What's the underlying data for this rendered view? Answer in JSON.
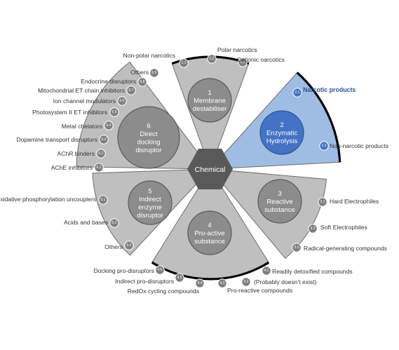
{
  "center": {
    "label": "Chemical"
  },
  "colors": {
    "sector_fill": "#bfbfbf",
    "circle_fill": "#8c8c8c",
    "node_fill": "#7f7f7f",
    "hub_fill": "#595959",
    "highlight_sector": "#9fbde3",
    "highlight_circle": "#4472c4",
    "highlight_node": "#4472c4",
    "highlight_text": "#2f5597",
    "outline": "#000000"
  },
  "categories": [
    {
      "id": "1",
      "number": "1",
      "lines": [
        "Membrane",
        "destabiliser"
      ],
      "highlight": false,
      "subcategories": [
        {
          "code": "1.1",
          "label": "Non-polar narcotics"
        },
        {
          "code": "1.2",
          "label": "Polar narcotics"
        },
        {
          "code": "1.3",
          "label": "Cationic narcotics"
        }
      ]
    },
    {
      "id": "2",
      "number": "2",
      "lines": [
        "Enzymatic",
        "Hydrolysis"
      ],
      "highlight": true,
      "subcategories": [
        {
          "code": "2.1",
          "label": "Narcotic products"
        },
        {
          "code": "2.2",
          "label": "Non-narcotic products"
        }
      ]
    },
    {
      "id": "3",
      "number": "3",
      "lines": [
        "Reactive",
        "substance"
      ],
      "highlight": false,
      "subcategories": [
        {
          "code": "3.1",
          "label": "Hard Electrophiles"
        },
        {
          "code": "3.2",
          "label": "Soft Electrophiles"
        },
        {
          "code": "3.3",
          "label": "Radical-generating compounds"
        }
      ]
    },
    {
      "id": "4",
      "number": "4",
      "lines": [
        "Pro-active",
        "substance"
      ],
      "highlight": false,
      "subcategories": [
        {
          "code": "4.1",
          "label": "Readily detoxified compounds"
        },
        {
          "code": "4.2",
          "label": "(Probably doesn't exist)"
        },
        {
          "code": "4.3",
          "label": "Pro-reactive compounds"
        },
        {
          "code": "4.4",
          "label": "RedOx cycling compounds"
        },
        {
          "code": "4.5",
          "label": "Indirect pro-disruptors"
        },
        {
          "code": "4.6",
          "label": "Docking pro-disruptors"
        }
      ]
    },
    {
      "id": "5",
      "number": "5",
      "lines": [
        "Indirect",
        "enzyme",
        "disruptor"
      ],
      "highlight": false,
      "subcategories": [
        {
          "code": "5.1",
          "label": "Oxidative phosphorylation uncouplers"
        },
        {
          "code": "5.2",
          "label": "Acids and bases"
        },
        {
          "code": "5.3",
          "label": "Others"
        }
      ]
    },
    {
      "id": "6",
      "number": "6",
      "lines": [
        "Direct",
        "docking",
        "disruptor"
      ],
      "highlight": false,
      "subcategories": [
        {
          "code": "6.1",
          "label": "AChE inhibitors"
        },
        {
          "code": "6.2",
          "label": "AChR binders"
        },
        {
          "code": "6.3",
          "label": "Dopamine transport disruptors"
        },
        {
          "code": "6.4",
          "label": "Metal chelators"
        },
        {
          "code": "6.5",
          "label": "Photosystem II ET inhibitors"
        },
        {
          "code": "6.6",
          "label": "Ion channel modulators"
        },
        {
          "code": "6.7",
          "label": "Mitochondrial ET chain inhibitors"
        },
        {
          "code": "6.8",
          "label": "Endocrine disruptors"
        },
        {
          "code": "6.9",
          "label": "Others"
        }
      ]
    }
  ]
}
